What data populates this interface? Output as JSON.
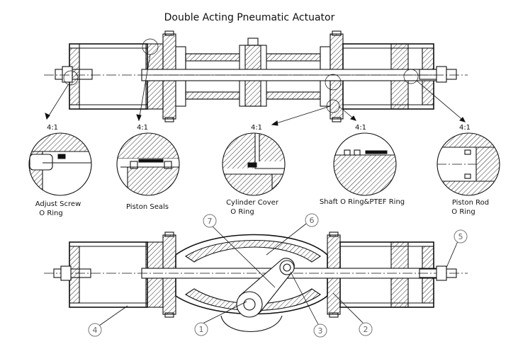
{
  "title": "Double Acting Pneumatic Actuator",
  "detail_views": [
    {
      "scale": "4:1",
      "label_lines": [
        "Adjust Screw",
        "O Ring"
      ]
    },
    {
      "scale": "4:1",
      "label_lines": [
        "Piston Seals"
      ]
    },
    {
      "scale": "4:1",
      "label_lines": [
        "Cylinder Cover",
        "O Ring"
      ]
    },
    {
      "scale": "4:1",
      "label_lines": [
        "Shaft O Ring&PTEF Ring"
      ]
    },
    {
      "scale": "4:1",
      "label_lines": [
        "Piston Rod",
        "O Ring"
      ]
    }
  ],
  "part_balloons": [
    "1",
    "2",
    "3",
    "4",
    "5",
    "6",
    "7"
  ]
}
